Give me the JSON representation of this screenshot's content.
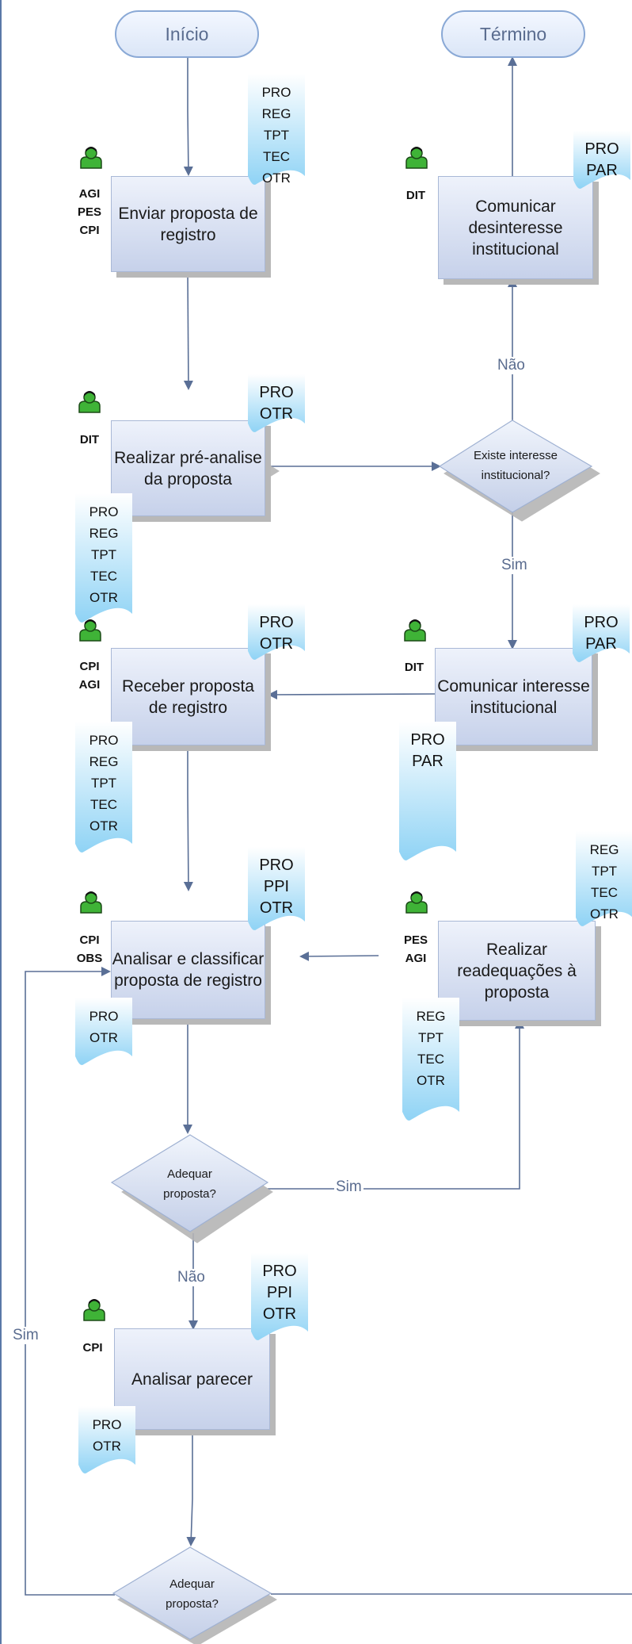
{
  "terminators": {
    "start": "Início",
    "end": "Término"
  },
  "processes": {
    "enviar": "Enviar proposta de registro",
    "comunicar_desinteresse": "Comunicar desinteresse institucional",
    "pre_analise": "Realizar pré-analise da proposta",
    "comunicar_interesse": "Comunicar interesse institucional",
    "receber": "Receber proposta de registro",
    "analisar_classificar": "Analisar e classificar proposta de registro",
    "readequacoes": "Realizar readequações à proposta",
    "analisar_parecer": "Analisar parecer"
  },
  "decisions": {
    "existe_interesse": [
      "Existe interesse",
      "institucional?"
    ],
    "adequar_1": [
      "Adequar",
      "proposta?"
    ],
    "adequar_2": [
      "Adequar",
      "proposta?"
    ]
  },
  "edge_labels": {
    "nao_1": "Não",
    "sim_1": "Sim",
    "sim_2": "Sim",
    "nao_2": "Não",
    "sim_3": "Sim"
  },
  "actors": {
    "enviar": [
      "AGI",
      "PES",
      "CPI"
    ],
    "desinteresse": [
      "DIT"
    ],
    "pre_analise": [
      "DIT"
    ],
    "interesse": [
      "DIT"
    ],
    "receber": [
      "CPI",
      "AGI"
    ],
    "analisar": [
      "CPI",
      "OBS"
    ],
    "readequacoes": [
      "PES",
      "AGI"
    ],
    "parecer": [
      "CPI"
    ]
  },
  "documents": {
    "d1": [
      "PRO",
      "REG",
      "TPT",
      "TEC",
      "OTR"
    ],
    "d2": [
      "PRO",
      "PAR"
    ],
    "d3": [
      "PRO",
      "OTR"
    ],
    "d4": [
      "PRO",
      "REG",
      "TPT",
      "TEC",
      "OTR"
    ],
    "d5": [
      "PRO",
      "OTR"
    ],
    "d6": [
      "PRO",
      "PAR"
    ],
    "d7": [
      "PRO",
      "REG",
      "TPT",
      "TEC",
      "OTR"
    ],
    "d8": [
      "PRO",
      "PAR"
    ],
    "d9": [
      "PRO",
      "PPI",
      "OTR"
    ],
    "d10": [
      "REG",
      "TPT",
      "TEC",
      "OTR"
    ],
    "d11": [
      "PRO",
      "OTR"
    ],
    "d12": [
      "REG",
      "TPT",
      "TEC",
      "OTR"
    ],
    "d13": [
      "PRO",
      "PPI",
      "OTR"
    ],
    "d14": [
      "PRO",
      "OTR"
    ]
  },
  "colors": {
    "arrow": "#5a6f96",
    "doc_top": "#ffffff",
    "doc_bottom": "#8fd3f5",
    "actor": "#3fb337"
  }
}
